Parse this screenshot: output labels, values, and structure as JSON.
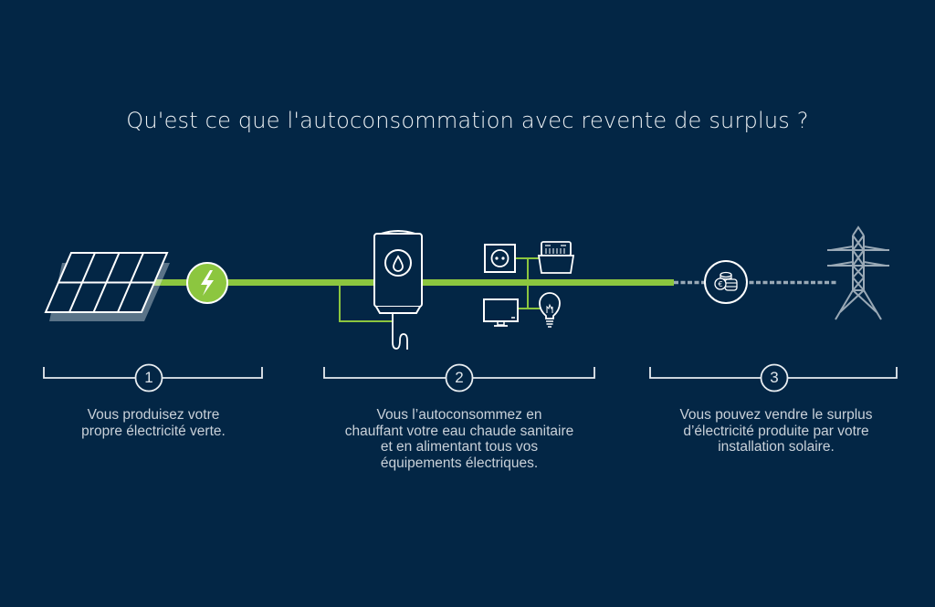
{
  "title": "Qu'est ce que l'autoconsommation avec revente de surplus ?",
  "colors": {
    "background": "#032645",
    "accent_green": "#8cc63f",
    "line_white": "#e8edf1",
    "grid_grey": "#9aa9b6",
    "text": "#c9d1d9"
  },
  "diagram": {
    "nodes": [
      {
        "id": "solar-panel",
        "icon": "solar-panel-icon"
      },
      {
        "id": "lightning",
        "icon": "lightning-bolt-icon"
      },
      {
        "id": "water-heater",
        "icon": "water-heater-icon"
      },
      {
        "id": "power-outlet",
        "icon": "power-outlet-icon"
      },
      {
        "id": "dishwasher",
        "icon": "dishwasher-icon"
      },
      {
        "id": "television",
        "icon": "television-icon"
      },
      {
        "id": "light-bulb",
        "icon": "light-bulb-icon"
      },
      {
        "id": "euro-coins",
        "icon": "euro-coins-icon"
      },
      {
        "id": "power-pylon",
        "icon": "power-pylon-icon"
      }
    ]
  },
  "steps": [
    {
      "number": "1",
      "lines": [
        "Vous produisez votre",
        "propre électricité verte."
      ]
    },
    {
      "number": "2",
      "lines": [
        "Vous l’autoconsommez en",
        "chauffant votre eau chaude sanitaire",
        "et en alimentant tous vos",
        "équipements électriques."
      ]
    },
    {
      "number": "3",
      "lines": [
        "Vous pouvez vendre le surplus",
        "d’électricité produite par votre",
        "installation solaire."
      ]
    }
  ]
}
